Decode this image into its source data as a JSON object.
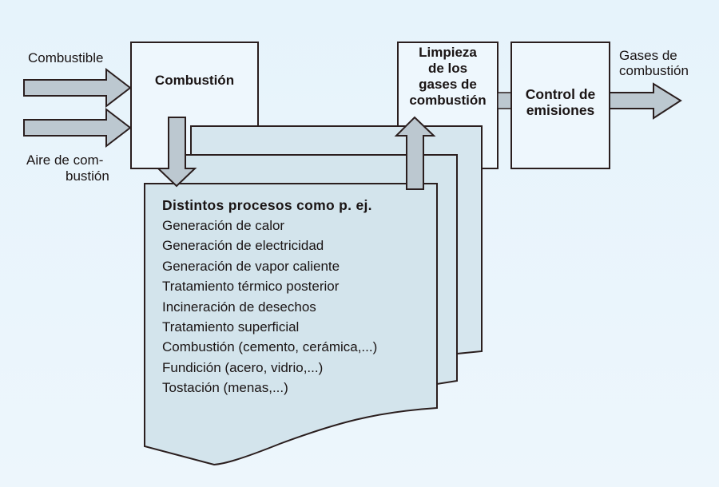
{
  "colors": {
    "background": "#e8f4fb",
    "box_fill": "#eef7fd",
    "doc_fill": "#d3e4ec",
    "arrow_fill": "#bcc8d0",
    "stroke": "#2a1e1e",
    "text": "#1a1414"
  },
  "inputs": {
    "fuel_label": "Combustible",
    "air_label_line1": "Aire de com-",
    "air_label_line2": "bustión"
  },
  "combustion_box": {
    "title": "Combustión"
  },
  "processes": {
    "title": "Distintos procesos como p. ej.",
    "items": [
      "Generación de calor",
      "Generación de electricidad",
      "Generación de vapor caliente",
      "Tratamiento térmico posterior",
      "Incineración de desechos",
      "Tratamiento superficial",
      "Combustión (cemento, cerámica,...)",
      "Fundición (acero, vidrio,...)",
      "Tostación (menas,...)"
    ]
  },
  "cleaning_box": {
    "title_lines": [
      "Limpieza",
      "de los",
      "gases de",
      "combustión"
    ]
  },
  "control_box": {
    "title_lines": [
      "Control de",
      "emisiones"
    ]
  },
  "output": {
    "label_line1": "Gases de",
    "label_line2": "combustión"
  }
}
